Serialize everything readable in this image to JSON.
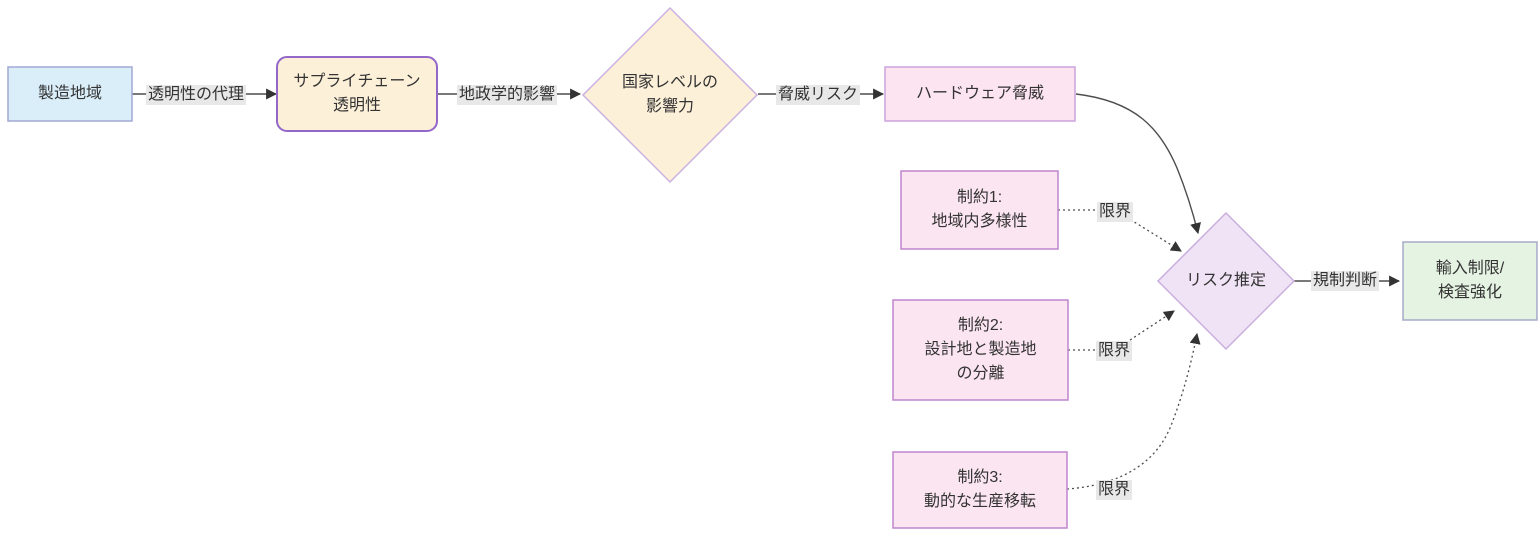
{
  "palette": {
    "background": "#ffffff",
    "edge_line": "#4d4d4d",
    "arrowhead": "#333333",
    "edge_label_bg": "#e8e8e8",
    "text": "#333333"
  },
  "nodes": {
    "manufacturing_region": {
      "label": "製造地域",
      "shape": "rect",
      "fill": "#d9eef9",
      "stroke": "#a3a8d3"
    },
    "supply_chain_transparency": {
      "label": "サプライチェーン\n透明性",
      "shape": "rounded-rect",
      "fill": "#fdf0d9",
      "stroke": "#9467c8"
    },
    "national_influence": {
      "label": "国家レベルの\n影響力",
      "shape": "diamond",
      "fill": "#fdf0d9",
      "stroke": "#ccb0e0"
    },
    "hardware_threat": {
      "label": "ハードウェア脅威",
      "shape": "rect",
      "fill": "#fce4f0",
      "stroke": "#cba3dc"
    },
    "constraint_1": {
      "label": "制約1:\n地域内多様性",
      "shape": "rect",
      "fill": "#fbe5f0",
      "stroke": "#bd85ce"
    },
    "constraint_2": {
      "label": "制約2:\n設計地と製造地\nの分離",
      "shape": "rect",
      "fill": "#fbe5f0",
      "stroke": "#bd85ce"
    },
    "constraint_3": {
      "label": "制約3:\n動的な生産移転",
      "shape": "rect",
      "fill": "#fbe5f0",
      "stroke": "#bd85ce"
    },
    "risk_estimation": {
      "label": "リスク推定",
      "shape": "diamond",
      "fill": "#f0e3f6",
      "stroke": "#c9aede"
    },
    "import_restriction": {
      "label": "輸入制限/\n検査強化",
      "shape": "rect",
      "fill": "#e5f3e2",
      "stroke": "#a6aac9"
    }
  },
  "edges": {
    "transparency_proxy": {
      "label": "透明性の代理",
      "from": "manufacturing_region",
      "to": "supply_chain_transparency",
      "style": "solid"
    },
    "geopolitical_influence": {
      "label": "地政学的影響",
      "from": "supply_chain_transparency",
      "to": "national_influence",
      "style": "solid"
    },
    "threat_risk": {
      "label": "脅威リスク",
      "from": "national_influence",
      "to": "hardware_threat",
      "style": "solid"
    },
    "hardware_to_risk": {
      "label": "",
      "from": "hardware_threat",
      "to": "risk_estimation",
      "style": "solid"
    },
    "limit_1": {
      "label": "限界",
      "from": "constraint_1",
      "to": "risk_estimation",
      "style": "dotted"
    },
    "limit_2": {
      "label": "限界",
      "from": "constraint_2",
      "to": "risk_estimation",
      "style": "dotted"
    },
    "limit_3": {
      "label": "限界",
      "from": "constraint_3",
      "to": "risk_estimation",
      "style": "dotted"
    },
    "regulatory_decision": {
      "label": "規制判断",
      "from": "risk_estimation",
      "to": "import_restriction",
      "style": "solid"
    }
  }
}
